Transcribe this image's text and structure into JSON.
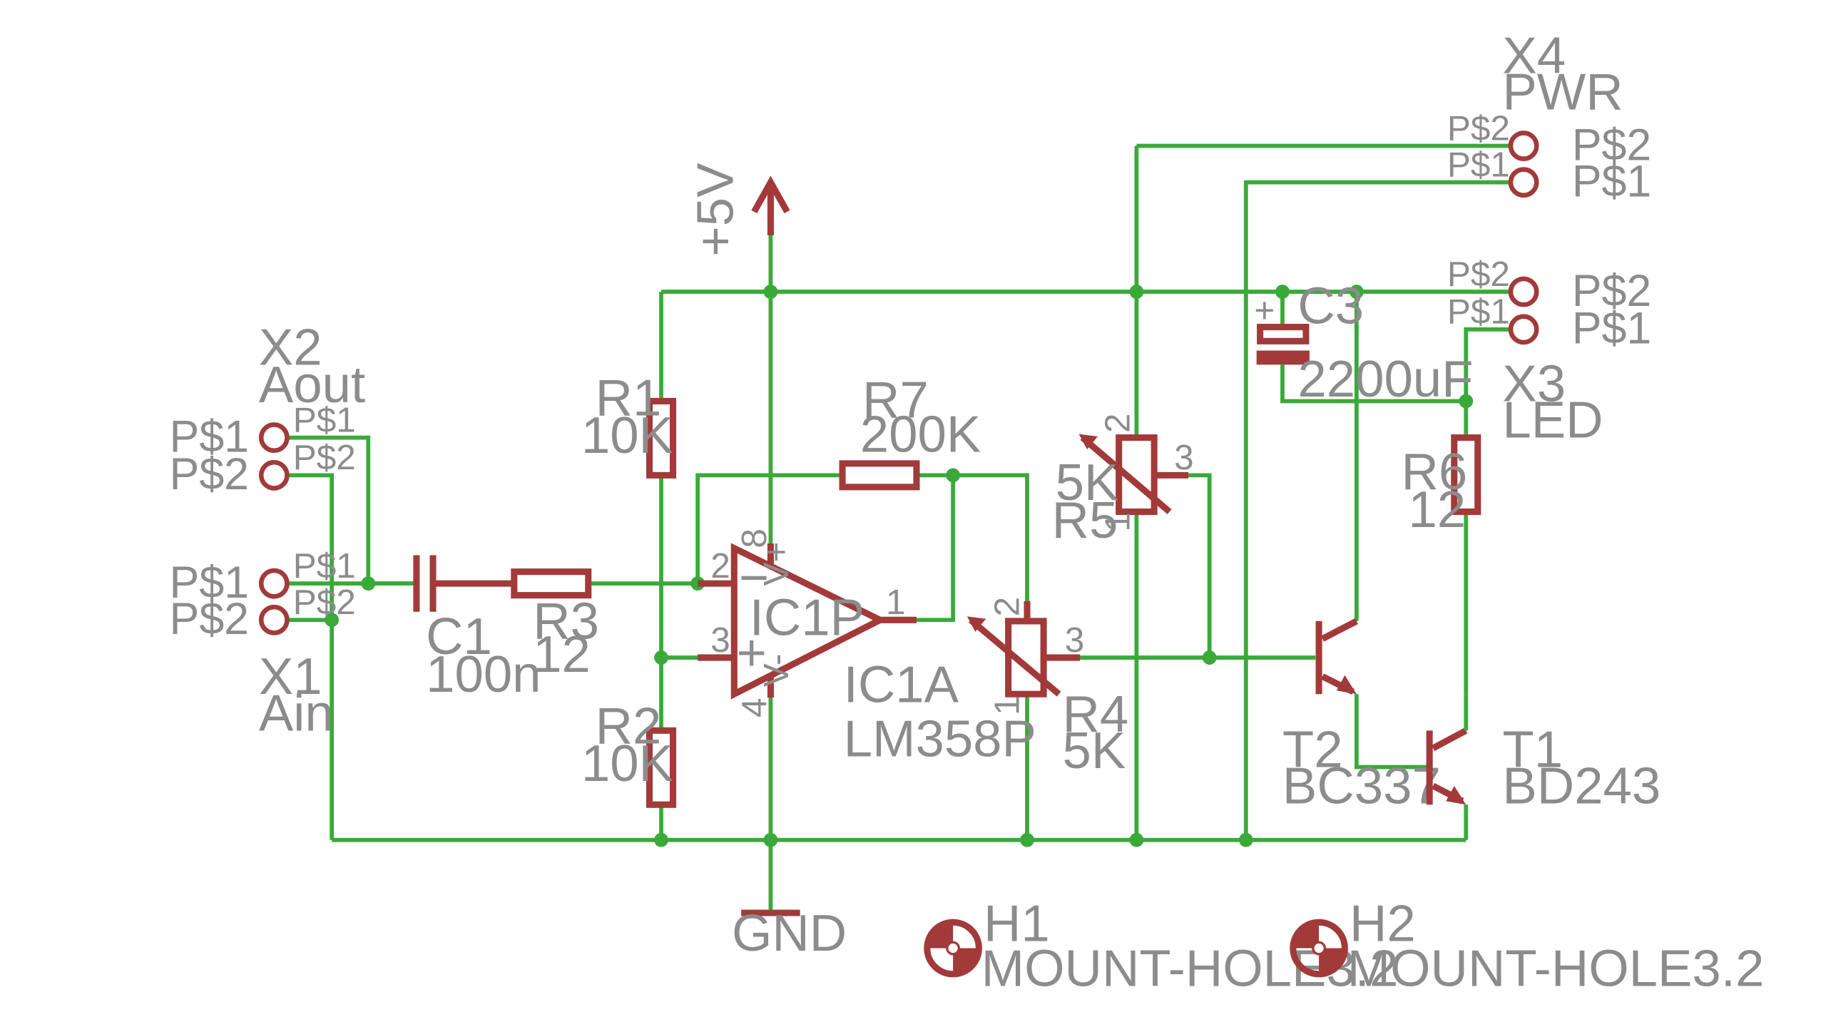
{
  "colors": {
    "wire": "#3aa93a",
    "symbol": "#a23a3a",
    "text": "#8c8c8c",
    "background": "#ffffff"
  },
  "connectors": {
    "X2": {
      "name": "X2",
      "value": "Aout",
      "pad1": "P$1",
      "pad2": "P$2",
      "pin1": "P$1",
      "pin2": "P$2"
    },
    "X1": {
      "name": "X1",
      "value": "Ain",
      "pad1": "P$1",
      "pad2": "P$2",
      "pin1": "P$1",
      "pin2": "P$2"
    },
    "X4": {
      "name": "X4",
      "value": "PWR",
      "pad1": "P$2",
      "pad2": "P$1",
      "pin1": "P$2",
      "pin2": "P$1"
    },
    "X3": {
      "name": "X3",
      "value": "LED",
      "pad1": "P$2",
      "pad2": "P$1",
      "pin1": "P$2",
      "pin2": "P$1"
    }
  },
  "components": {
    "C1": {
      "name": "C1",
      "value": "100n"
    },
    "R3": {
      "name": "R3",
      "value": "12"
    },
    "R1": {
      "name": "R1",
      "value": "10K"
    },
    "R2": {
      "name": "R2",
      "value": "10K"
    },
    "R7": {
      "name": "R7",
      "value": "200K"
    },
    "R5": {
      "name": "R5",
      "value": "5K",
      "pin1": "1",
      "pin2": "2",
      "pin3": "3"
    },
    "R4": {
      "name": "R4",
      "value": "5K",
      "pin1": "1",
      "pin2": "2",
      "pin3": "3"
    },
    "R6": {
      "name": "R6",
      "value": "12"
    },
    "C3": {
      "name": "C3",
      "value": "2200uF",
      "polarity": "+"
    },
    "T2": {
      "name": "T2",
      "value": "BC337"
    },
    "T1": {
      "name": "T1",
      "value": "BD243"
    },
    "IC1": {
      "inner_label": "IC1P",
      "name": "IC1A",
      "value": "LM358P",
      "pin_minus": "2",
      "pin_plus": "3",
      "pin_out": "1",
      "pin_vplus": "8",
      "pin_vminus": "4",
      "sign_minus": "−",
      "sign_plus": "+",
      "vplus_label": "V+",
      "vminus_label": "V-"
    },
    "H1": {
      "name": "H1",
      "value": "MOUNT-HOLE3.2"
    },
    "H2": {
      "name": "H2",
      "value": "MOUNT-HOLE3.2"
    }
  },
  "supplies": {
    "vcc": "+5V",
    "gnd": "GND"
  }
}
